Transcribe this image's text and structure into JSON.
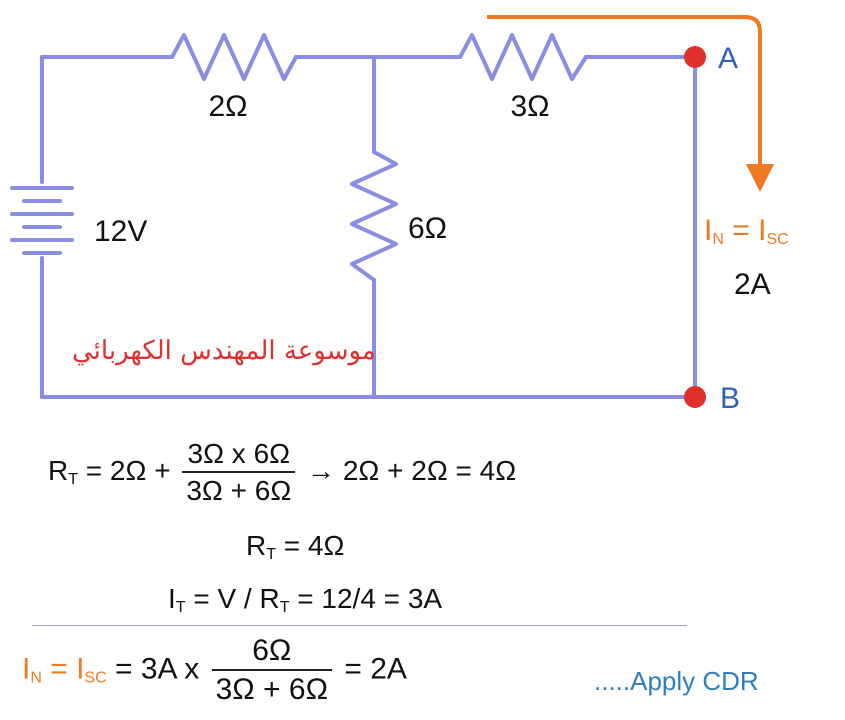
{
  "colors": {
    "wire": "#8a8ee3",
    "node": "#e0302b",
    "arrow": "#f07a21",
    "text": "#111111",
    "orange_text": "#f07a21",
    "watermark": "#e03030",
    "cdr": "#2f7fc0"
  },
  "circuit": {
    "r1_label": "2Ω",
    "r2_label": "3Ω",
    "r3_label": "6Ω",
    "source_label": "12V",
    "node_a_label": "A",
    "node_b_label": "B",
    "isc_label_prefix": "I",
    "isc_sub_n": "N",
    "isc_eq": " = I",
    "isc_sub_sc": "SC",
    "isc_value": "2A",
    "watermark": "موسوعة المهندس الكهربائي"
  },
  "equations": {
    "rt_prefix": "R",
    "rt_sub": "T",
    "rt_eq1_start": " = 2Ω + ",
    "rt_frac_num": "3Ω x 6Ω",
    "rt_frac_den": "3Ω + 6Ω",
    "rt_eq1_end": " → 2Ω + 2Ω = 4Ω",
    "rt2_prefix": "R",
    "rt2_sub": "T",
    "rt2_rest": " = 4Ω",
    "it_prefix": "I",
    "it_sub": "T",
    "it_rest": " = V / R",
    "it_sub2": "T",
    "it_rest2": " = 12/4 = 3A",
    "in_prefix": "I",
    "in_sub": "N",
    "in_mid": " = I",
    "in_sub2": "SC",
    "in_rest": " = 3A x ",
    "in_frac_num": "6Ω",
    "in_frac_den": "3Ω + 6Ω",
    "in_end": " = 2A",
    "cdr_note": ".....Apply CDR"
  }
}
